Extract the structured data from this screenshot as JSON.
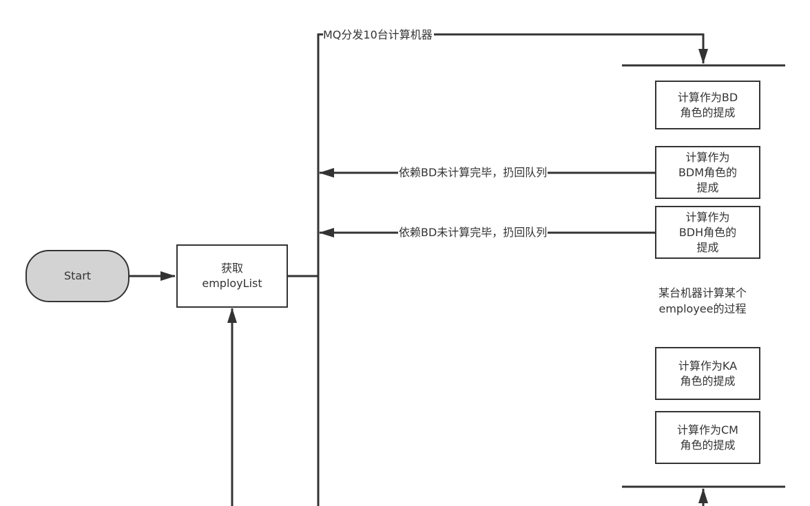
{
  "colors": {
    "stroke": "#333333",
    "start_fill": "#d3d3d3",
    "box_fill": "#ffffff",
    "text": "#333333"
  },
  "nodes": {
    "start": "Start",
    "fetch": "获取\nemployList",
    "bd": "计算作为BD\n角色的提成",
    "bdm": "计算作为\nBDM角色的\n提成",
    "bdh": "计算作为\nBDH角色的\n提成",
    "ka": "计算作为KA\n角色的提成",
    "cm": "计算作为CM\n角色的提成"
  },
  "edges": {
    "mq_dispatch": "MQ分发10台计算机器",
    "bdm_requeue": "依赖BD未计算完毕，扔回队列",
    "bdh_requeue": "依赖BD未计算完毕，扔回队列"
  },
  "caption": "某台机器计算某个\nemployee的过程"
}
